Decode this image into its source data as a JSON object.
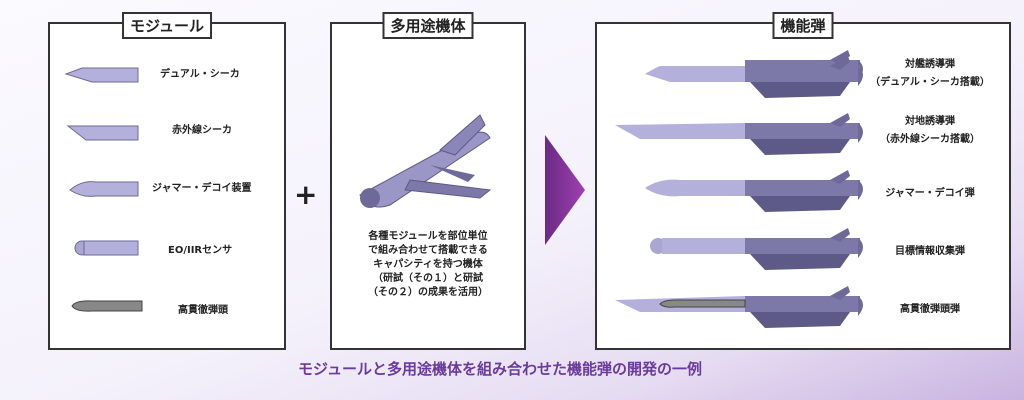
{
  "modules": {
    "title": "モジュール",
    "items": [
      "デュアル・シーカ",
      "赤外線シーカ",
      "ジャマー・デコイ装置",
      "EO/IIRセンサ",
      "高貫徹弾頭"
    ]
  },
  "plus": "+",
  "platform": {
    "title": "多用途機体",
    "description": [
      "各種モジュールを部位単位",
      "で組み合わせて搭載できる",
      "キャパシティを持つ機体",
      "（研試（その１）と研試",
      "（その２）の成果を活用）"
    ]
  },
  "functional": {
    "title": "機能弾",
    "items": [
      {
        "name": "対艦誘導弾",
        "sub": "（デュアル・シーカ搭載）"
      },
      {
        "name": "対地誘導弾",
        "sub": "（赤外線シーカ搭載）"
      },
      {
        "name": "ジャマー・デコイ弾",
        "sub": ""
      },
      {
        "name": "目標情報収集弾",
        "sub": ""
      },
      {
        "name": "高貫徹弾頭弾",
        "sub": ""
      }
    ]
  },
  "caption": "モジュールと多用途機体を組み合わせた機能弾の開発の一例",
  "colors": {
    "module": "#b3b0dc",
    "body": "#7c78a8",
    "arrow": "#8a2f9c",
    "caption": "#6a3a9c"
  }
}
